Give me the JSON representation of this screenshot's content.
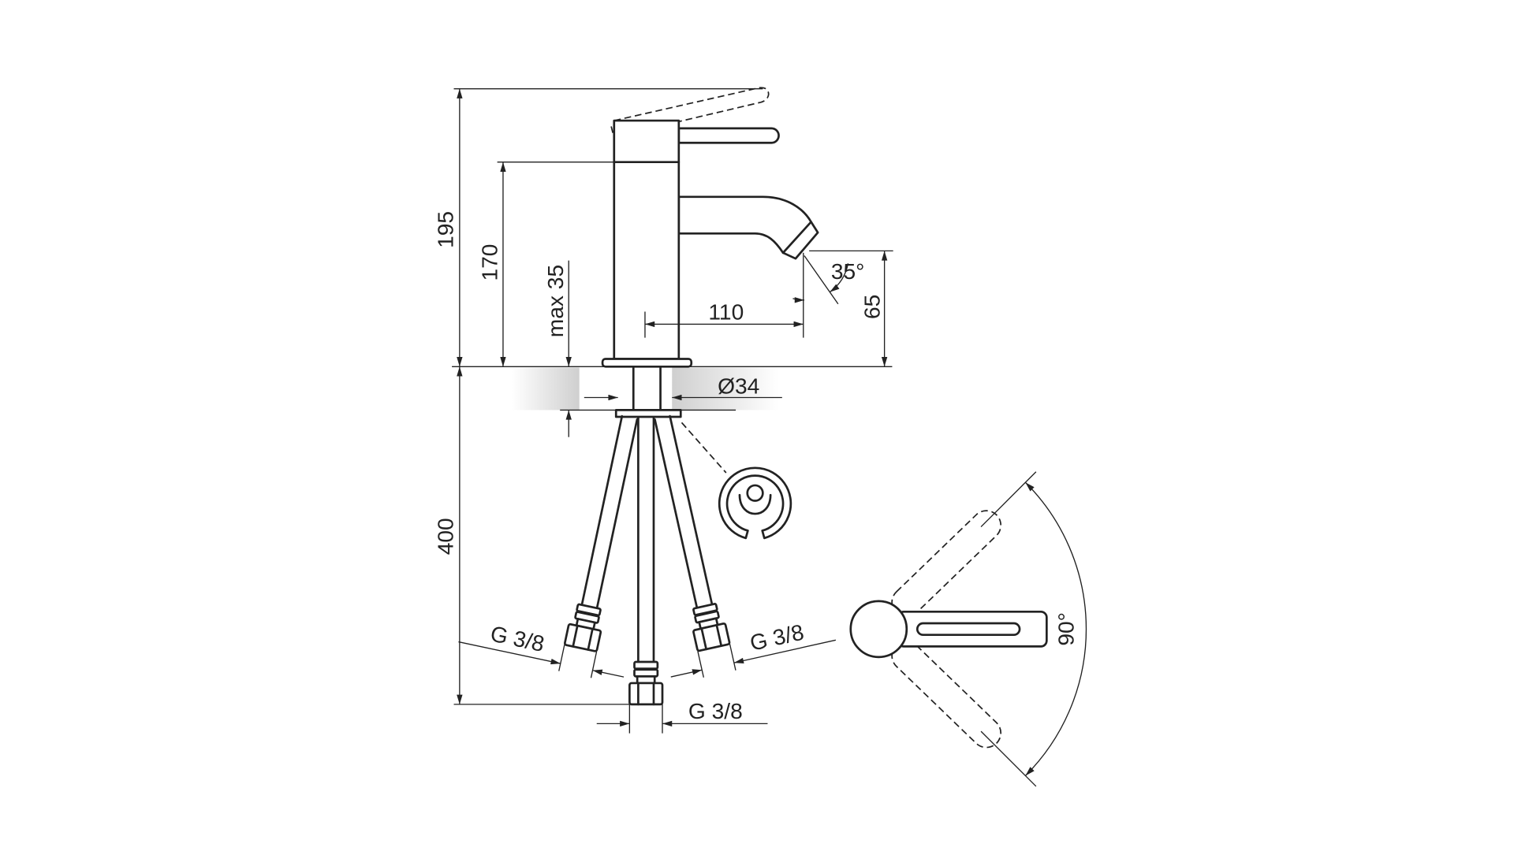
{
  "colors": {
    "line": "#222222",
    "deck_gray": "#cfcfcf",
    "background": "#ffffff"
  },
  "labels": {
    "overall_height": "195",
    "body_height": "170",
    "deck_thickness": "max 35",
    "spout_reach": "110",
    "spout_angle": "35°",
    "spout_height": "65",
    "hole_diameter": "Ø34",
    "hose_length": "400",
    "hose_thread_left": "G 3/8",
    "hose_thread_right": "G 3/8",
    "hose_thread_center": "G 3/8",
    "lever_rotation": "90°"
  }
}
